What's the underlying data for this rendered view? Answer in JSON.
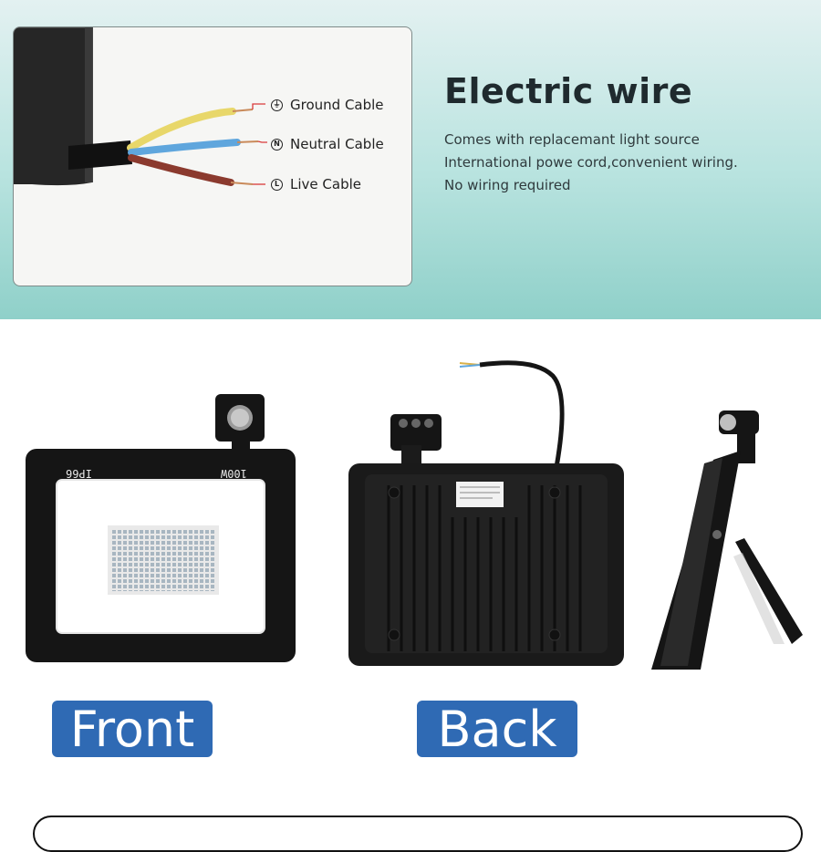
{
  "top_section": {
    "title": "Electric wire",
    "description_lines": [
      "Comes with replacemant light source",
      "International powe cord,convenient wiring.",
      "No wiring required"
    ],
    "cables": [
      {
        "symbol": "⏚",
        "label": "Ground Cable",
        "wire_color": "#e8d76a"
      },
      {
        "symbol": "N",
        "label": "Neutral Cable",
        "wire_color": "#5fa6dd"
      },
      {
        "symbol": "L",
        "label": "Live Cable",
        "wire_color": "#8b3a2e"
      }
    ]
  },
  "product_views": {
    "front_label": "Front",
    "back_label": "Back",
    "front_rating_ip": "IP66",
    "front_rating_watt": "100W"
  },
  "colors": {
    "accent_blue": "#2f6ab4",
    "band_top": "#e3f1f1",
    "band_bottom": "#8fd0c9",
    "body_black": "#151515"
  }
}
